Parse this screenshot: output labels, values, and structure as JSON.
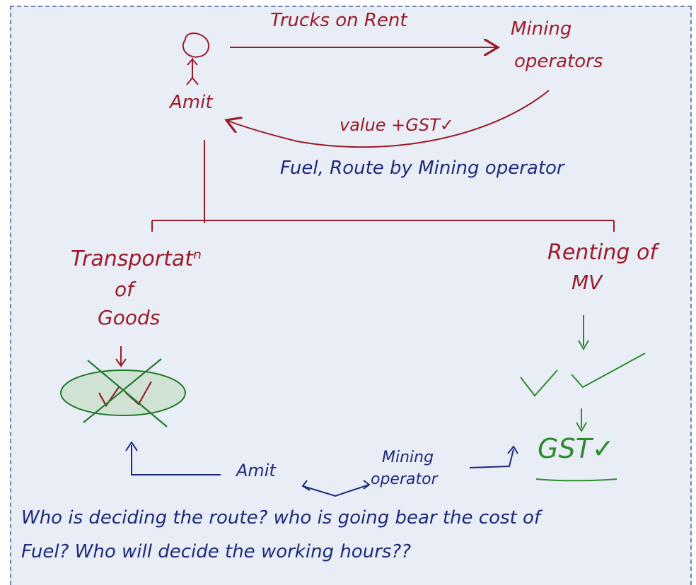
{
  "top_arrow_label": "Trucks on Rent",
  "mining_operators": [
    "Mining",
    "operators"
  ],
  "amit_label": "Amit",
  "return_label": "value +GST✓",
  "fuel_route_note": "Fuel, Route by Mining operator",
  "left_branch": [
    "Transportatⁿ",
    "of",
    "Goods"
  ],
  "right_branch": [
    "Renting of",
    "MV"
  ],
  "gst_label": "GST✓",
  "bottom_amit": "Amit",
  "bottom_mining": [
    "Mining",
    "operator"
  ],
  "question_lines": [
    "Who is deciding the route? who is going bear the cost of",
    "Fuel? Who will decide the working hours??"
  ],
  "colors": {
    "red": "#9b1b2a",
    "blue": "#1d2a7a",
    "green": "#2f8a2f",
    "background": "#e9edf6",
    "border": "#6f84b7"
  }
}
